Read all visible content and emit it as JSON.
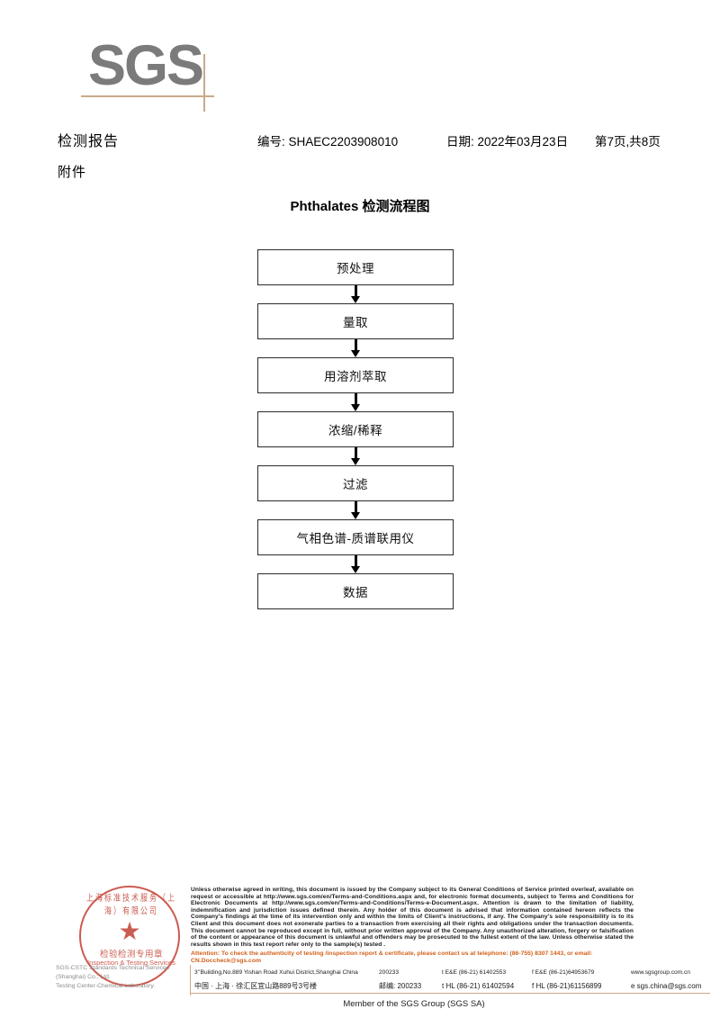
{
  "logo": {
    "text": "SGS"
  },
  "header": {
    "title": "检测报告",
    "report_no": "编号: SHAEC2203908010",
    "date": "日期: 2022年03月23日",
    "pagination": "第7页,共8页",
    "attachment": "附件"
  },
  "flowchart": {
    "title": "Phthalates 检测流程图",
    "nodes": [
      {
        "label": "预处理"
      },
      {
        "label": "量取"
      },
      {
        "label": "用溶剂萃取"
      },
      {
        "label": "浓缩/稀释"
      },
      {
        "label": "过滤"
      },
      {
        "label": "气相色谱-质谱联用仪"
      },
      {
        "label": "数据"
      }
    ]
  },
  "stamp": {
    "arc_top": "上海标准技术服务（上海）有限公司",
    "star": "★",
    "cn_label": "检验检测专用章",
    "en_label": "Inspection & Testing Services",
    "company_line1": "SGS-CSTC Standards Technical Services (Shanghai) Co., Ltd.",
    "company_line2": "Testing Center-Chemical Laboratory.",
    "color": "#c0392b"
  },
  "footer": {
    "legal": "Unless otherwise agreed in writing, this document is issued by the Company subject to its General Conditions of Service printed overleaf, available on request or accessible at http://www.sgs.com/en/Terms-and-Conditions.aspx and, for electronic format documents, subject to Terms and Conditions for Electronic Documents at http://www.sgs.com/en/Terms-and-Conditions/Terms-e-Document.aspx. Attention is drawn to the limitation of liability, indemnification and jurisdiction issues defined therein. Any holder of this document is advised that information contained hereon reflects the Company's findings at the time of its intervention only and within the limits of Client's instructions, if any. The Company's sole responsibility is to its Client and this document does not exonerate parties to a transaction from exercising all their rights and obligations under the transaction documents. This document cannot be reproduced except in full, without prior written approval of the Company. Any unauthorized alteration, forgery or falsification of the content or appearance of this document is unlawful and offenders may be prosecuted to the fullest extent of the law. Unless otherwise stated the results shown in this test report refer only to the sample(s) tested .",
    "attention": "Attention: To check the authenticity of testing /inspection report & certificate, please contact us at telephone: (86-755) 8307 1443, or email: CN.Doccheck@sgs.com",
    "attention_color": "#d2601a",
    "address_en": "3\" Building,No.889 Yishan Road Xuhui District,Shanghai China",
    "zip_en": "200233",
    "phone_en_1": "t E&E (86-21) 61402553",
    "phone_en_2": "f E&E (86-21)64953679",
    "website": "www.sgsgroup.com.cn",
    "address_cn": "中国 · 上海 · 徐汇区宜山路889号3号楼",
    "zip_cn": "邮编: 200233",
    "phone_cn_1": "t HL (86-21) 61402594",
    "phone_cn_2": "f HL (86-21)61156899",
    "email": "e  sgs.china@sgs.com",
    "member": "Member of the SGS Group (SGS SA)"
  }
}
